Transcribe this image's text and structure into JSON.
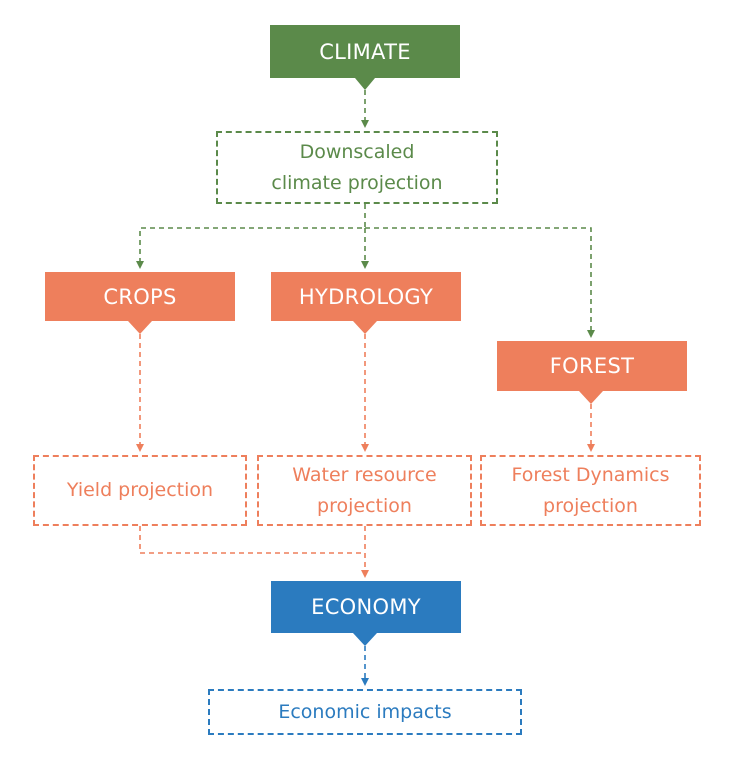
{
  "colors": {
    "climate": "#5b8a4a",
    "impact_models": "#ee7f5c",
    "economy": "#2b7bbf"
  },
  "nodes": {
    "climate": "CLIMATE",
    "downscaled": "Downscaled\nclimate projection",
    "crops": "CROPS",
    "hydrology": "HYDROLOGY",
    "forest": "FOREST",
    "yield": "Yield projection",
    "water": "Water resource\nprojection",
    "forest_dynamics": "Forest Dynamics\nprojection",
    "economy": "ECONOMY",
    "impacts": "Economic impacts"
  }
}
